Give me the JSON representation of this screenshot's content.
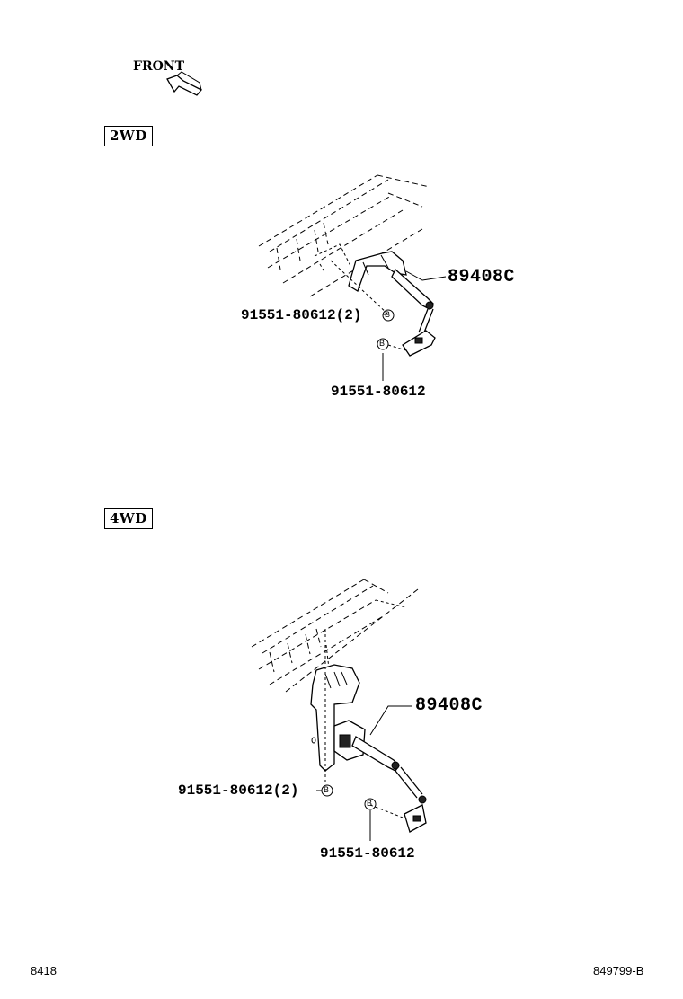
{
  "header": {
    "front_label": "FRONT",
    "front_icon": "arrow-icon"
  },
  "sections": [
    {
      "variant": "2WD",
      "labels": {
        "main_part": "89408C",
        "bolt_multi": "91551-80612(2)",
        "bolt_single": "91551-80612",
        "bolt_marker": "B"
      }
    },
    {
      "variant": "4WD",
      "labels": {
        "main_part": "89408C",
        "bolt_multi": "91551-80612(2)",
        "bolt_single": "91551-80612",
        "bolt_marker": "B"
      }
    }
  ],
  "footer": {
    "left_code": "8418",
    "right_code": "849799-B"
  }
}
